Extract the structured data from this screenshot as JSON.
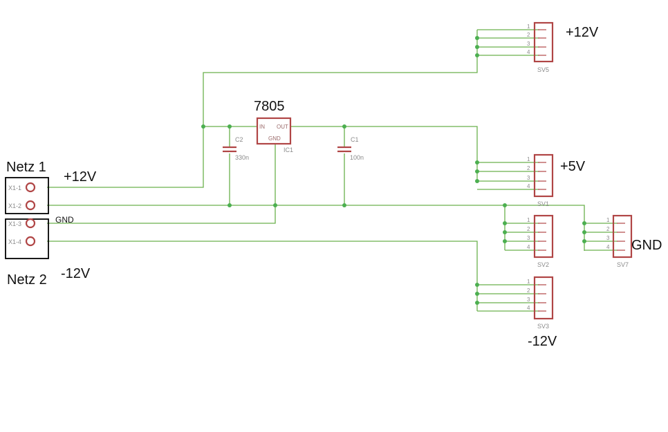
{
  "netz1": "Netz 1",
  "netz2": "Netz 2",
  "in_plus12": "+12V",
  "in_gnd": "GND",
  "in_minus12": "-12V",
  "terminal_pins": [
    "X1-1",
    "X1-2",
    "X1-3",
    "X1-4"
  ],
  "regulator": {
    "title": "7805",
    "ref": "IC1",
    "pin_in": "IN",
    "pin_out": "OUT",
    "pin_gnd": "GND"
  },
  "c2": {
    "ref": "C2",
    "value": "330n"
  },
  "c1": {
    "ref": "C1",
    "value": "100n"
  },
  "pin_numbers": [
    "1",
    "2",
    "3",
    "4"
  ],
  "sv5": {
    "ref": "SV5",
    "rail": "+12V"
  },
  "sv1": {
    "ref": "SV1",
    "rail": "+5V"
  },
  "sv2": {
    "ref": "SV2"
  },
  "sv7": {
    "ref": "SV7",
    "rail": "GND"
  },
  "sv3": {
    "ref": "SV3",
    "rail": "-12V"
  }
}
